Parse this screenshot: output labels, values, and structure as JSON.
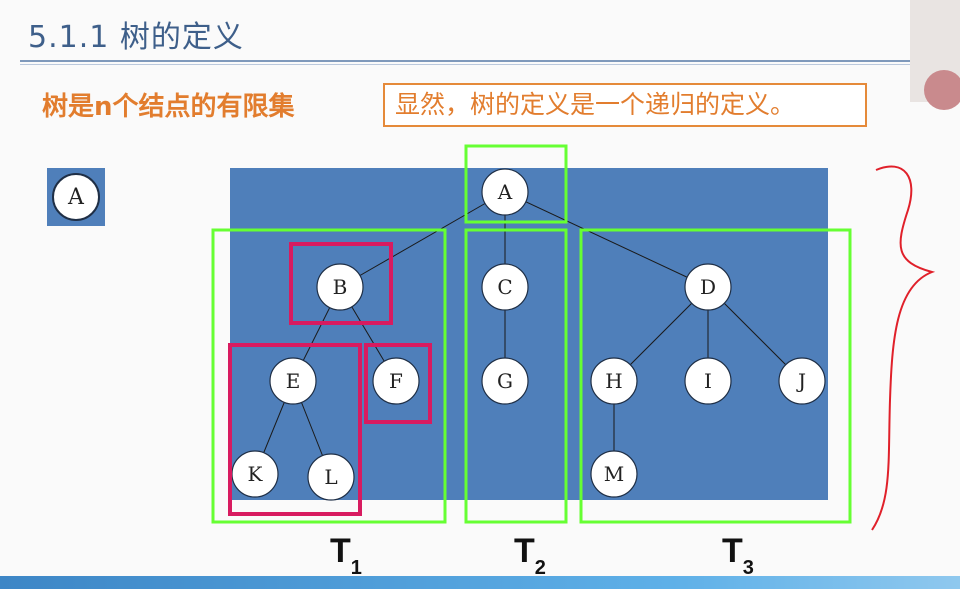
{
  "slide": {
    "title": "5.1.1 树的定义",
    "heading": "树是n个结点的有限集",
    "note": "显然，树的定义是一个递归的定义。",
    "single_node": "A",
    "subtree_labels": [
      {
        "main": "T",
        "sub": "1"
      },
      {
        "main": "T",
        "sub": "2"
      },
      {
        "main": "T",
        "sub": "3"
      }
    ]
  },
  "tree": {
    "nodes": [
      "A",
      "B",
      "C",
      "D",
      "E",
      "F",
      "G",
      "H",
      "I",
      "J",
      "K",
      "L",
      "M"
    ],
    "edges": [
      [
        "A",
        "B"
      ],
      [
        "A",
        "C"
      ],
      [
        "A",
        "D"
      ],
      [
        "B",
        "E"
      ],
      [
        "B",
        "F"
      ],
      [
        "C",
        "G"
      ],
      [
        "D",
        "H"
      ],
      [
        "D",
        "I"
      ],
      [
        "D",
        "J"
      ],
      [
        "E",
        "K"
      ],
      [
        "E",
        "L"
      ],
      [
        "H",
        "M"
      ]
    ],
    "colors": {
      "background": "#4f7fba",
      "node_fill": "#ffffff",
      "green_box": "#66ff33",
      "magenta_box": "#d81b60",
      "brace": "#e0202a"
    }
  }
}
